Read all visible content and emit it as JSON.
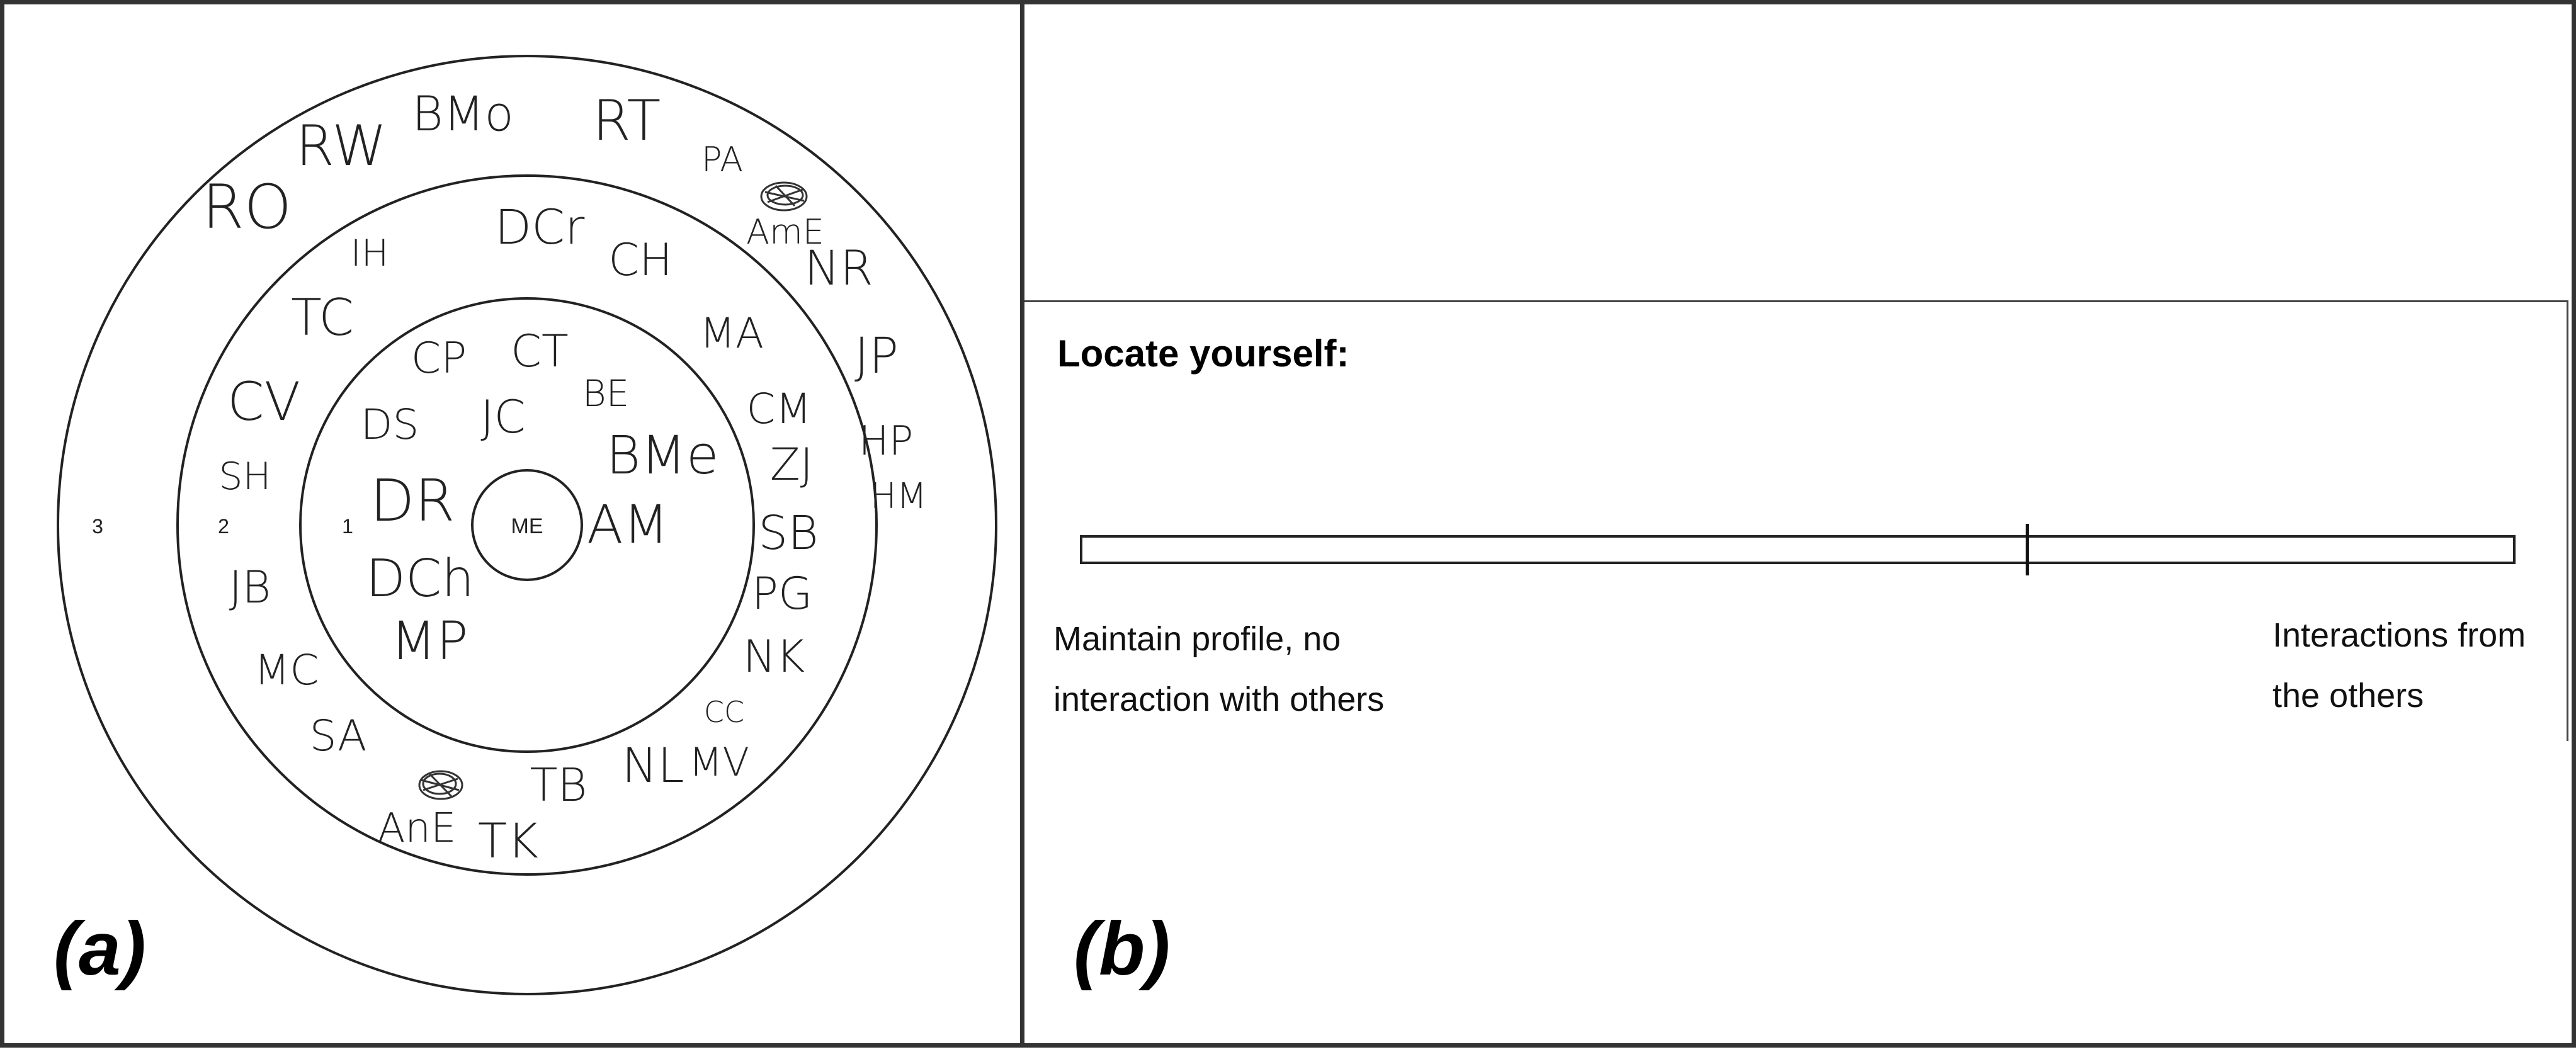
{
  "panel_a": {
    "label": "(a)",
    "center_label": "ME",
    "ring_numbers": [
      "1",
      "2",
      "3"
    ],
    "circle1_names": [
      "CP",
      "CT",
      "BE",
      "DS",
      "JC",
      "BMe",
      "DR",
      "AM",
      "DCh",
      "MP"
    ],
    "circle2_names": [
      "IH",
      "DCr",
      "CH",
      "TC",
      "MA",
      "CV",
      "CM",
      "SH",
      "ZJ",
      "SB",
      "JB",
      "PG",
      "MC",
      "NK",
      "SA",
      "AnE",
      "TB",
      "NL",
      "CC",
      "MV",
      "TK"
    ],
    "circle3_names": [
      "RO",
      "RW",
      "BMo",
      "RT",
      "PA",
      "AmE",
      "NR",
      "JP",
      "HP",
      "HM"
    ]
  },
  "panel_b": {
    "label": "(b)",
    "title": "Locate yourself:",
    "left_line1": "Maintain profile, no",
    "left_line2": "interaction with others",
    "right_line1": "Interactions from",
    "right_line2": "the others",
    "slider_value": 0.66
  }
}
